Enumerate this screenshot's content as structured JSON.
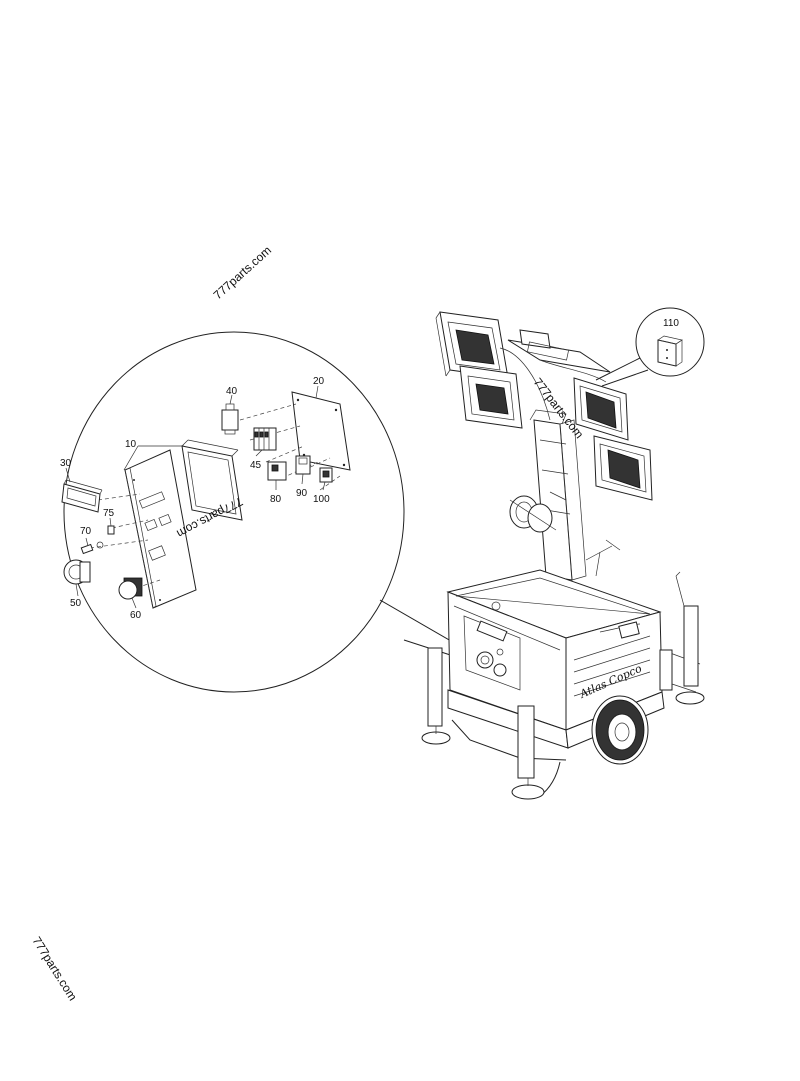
{
  "watermarks": {
    "top": "777parts.com",
    "bottom": "777parts.com",
    "detail": "777parts.com",
    "mast": "777parts.com"
  },
  "brand_plate": "Atlas Copco",
  "callouts": {
    "c10": "10",
    "c20": "20",
    "c30": "30",
    "c40": "40",
    "c45": "45",
    "c50": "50",
    "c60": "60",
    "c70": "70",
    "c75": "75",
    "c80": "80",
    "c90": "90",
    "c100": "100",
    "c110": "110"
  }
}
